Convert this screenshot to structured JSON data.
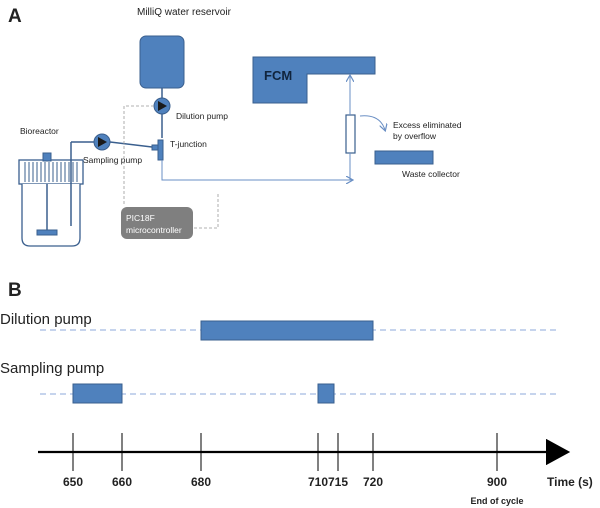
{
  "panel_a": {
    "label": "A",
    "reservoir_label": "MilliQ water reservoir",
    "fcm_label": "FCM",
    "bioreactor_label": "Bioreactor",
    "sampling_pump_label": "Sampling pump",
    "dilution_pump_label": "Dilution pump",
    "tjunction_label": "T-junction",
    "excess_label_line1": "Excess eliminated",
    "excess_label_line2": "by overflow",
    "waste_label": "Waste collector",
    "controller_line1": "PIC18F",
    "controller_line2": "microcontroller",
    "colors": {
      "fill": "#4f81bd",
      "stroke": "#3a5f8e",
      "controller": "#7f7f7f",
      "line": "#6a8fc4"
    }
  },
  "panel_b": {
    "label": "B",
    "dilution_label": "Dilution pump",
    "sampling_label": "Sampling pump",
    "axis_label": "Time (s)",
    "end_label": "End of cycle",
    "ticks": [
      650,
      660,
      680,
      710,
      715,
      720,
      900
    ],
    "dilution_intervals": [
      [
        680,
        720
      ]
    ],
    "sampling_intervals": [
      [
        650,
        660
      ],
      [
        710,
        714
      ]
    ]
  }
}
